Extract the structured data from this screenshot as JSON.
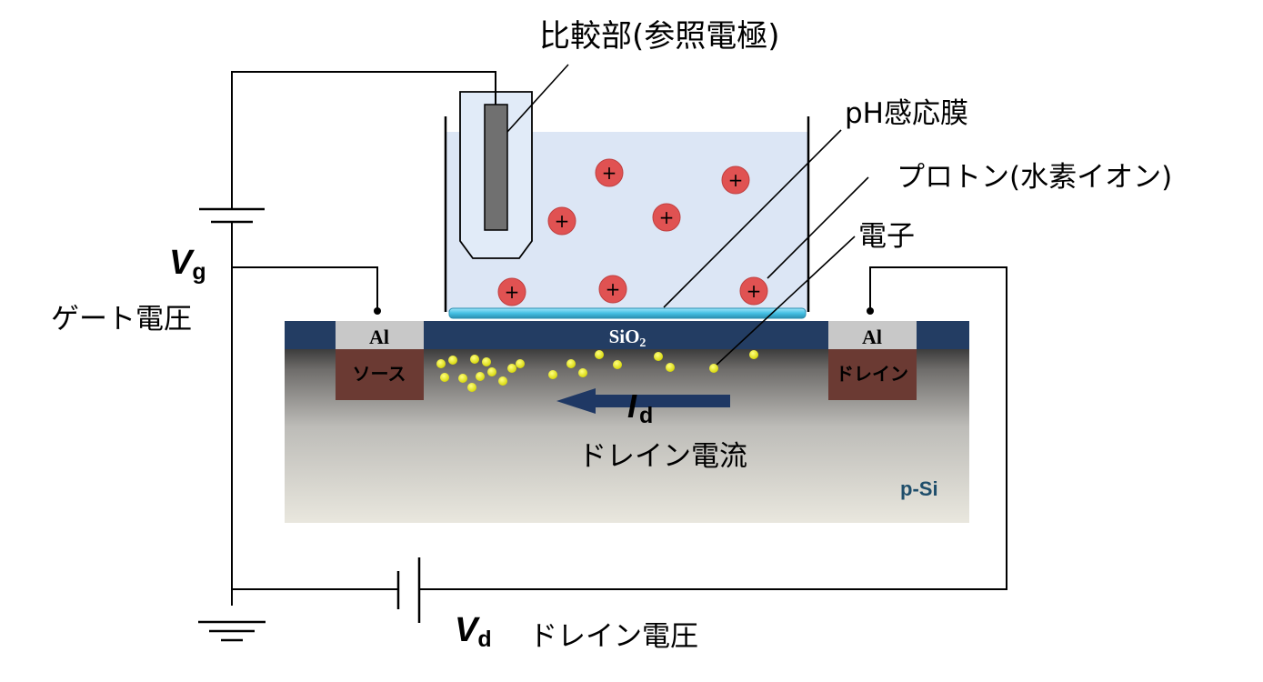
{
  "labels": {
    "reference": "比較部(参照電極)",
    "membrane": "pH感応膜",
    "proton": "プロトン(水素イオン)",
    "electron": "電子",
    "vg_symbol": "V",
    "vg_sub": "g",
    "gate_voltage": "ゲート電圧",
    "source": "ソース",
    "drain": "ドレイン",
    "al": "Al",
    "sio2_main": "SiO",
    "sio2_sub": "2",
    "id_symbol": "I",
    "id_sub": "d",
    "drain_current": "ドレイン電流",
    "psi": "p-Si",
    "vd_symbol": "V",
    "vd_sub": "d",
    "drain_voltage": "ドレイン電圧",
    "plus": "+"
  },
  "colors": {
    "oxide": "#233d63",
    "al_contact": "#c8c8c8",
    "doped_region": "#6b3a33",
    "proton_fill": "#e05252",
    "electron_fill": "#e6e600",
    "membrane": "#5bc8e8",
    "solution": "#dce6f5",
    "arrow": "#1f3864",
    "psi_label": "#1f4e6b"
  }
}
